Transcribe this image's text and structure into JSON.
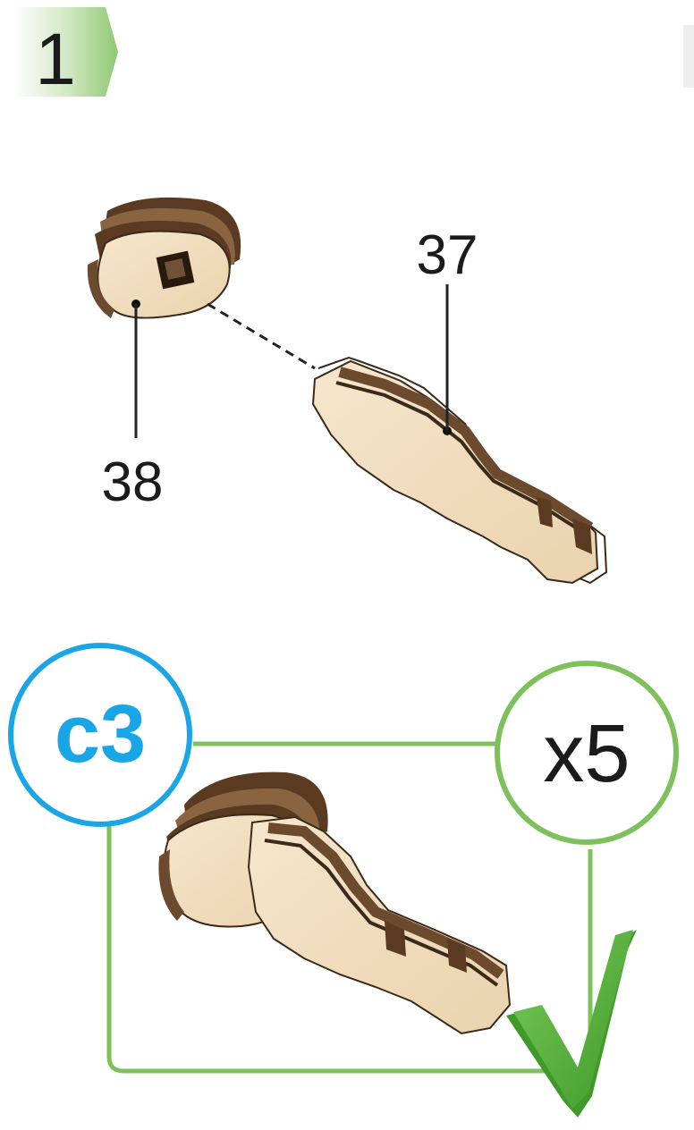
{
  "step": {
    "number": "1"
  },
  "parts": {
    "part_a": {
      "label": "38"
    },
    "part_b": {
      "label": "37"
    }
  },
  "result": {
    "code": "c3",
    "quantity": "x5"
  },
  "colors": {
    "step_badge_green": "#8fc873",
    "frame_green": "#7ec15c",
    "code_blue": "#1aa6e6",
    "check_green": "#5fb43f",
    "wood_light": "#f3e1c4",
    "wood_dark": "#6b4a2e"
  }
}
